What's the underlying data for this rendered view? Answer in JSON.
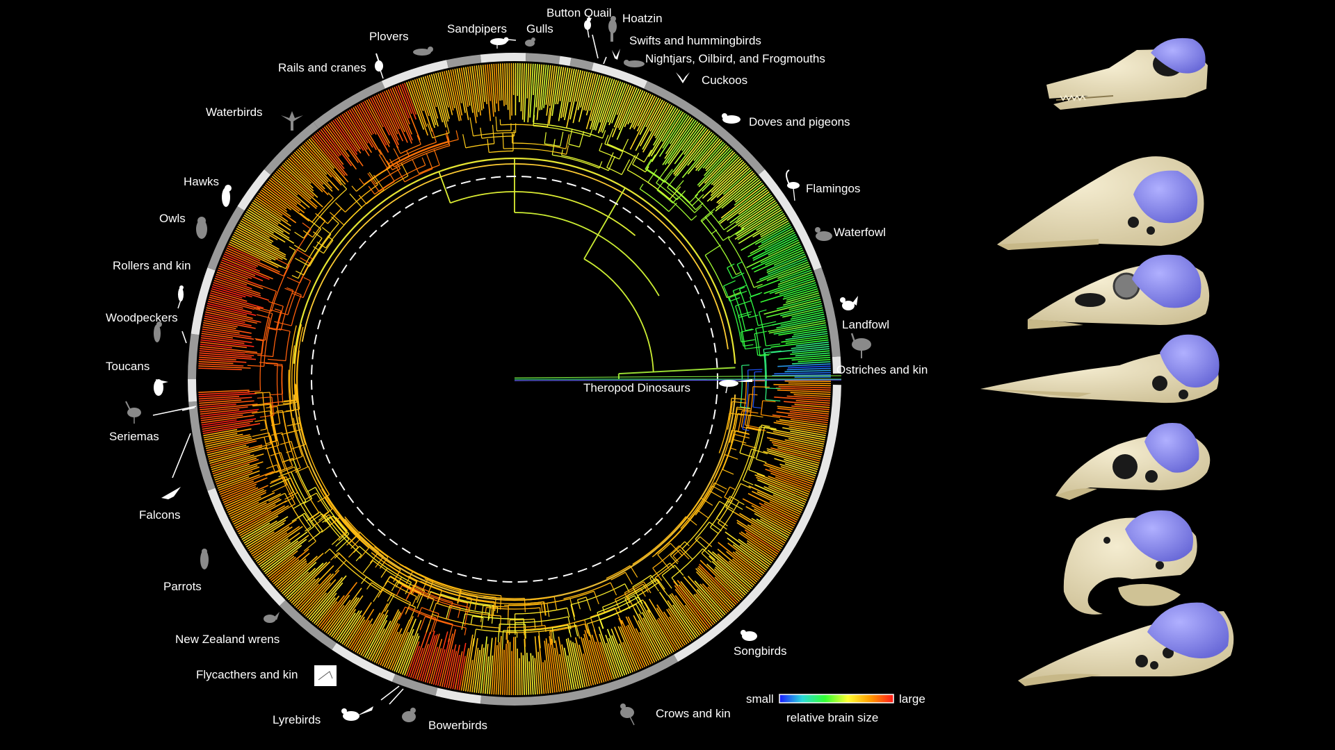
{
  "clades": [
    {
      "id": "button-quail",
      "label": "Button Quail",
      "icon": "button-quail-icon"
    },
    {
      "id": "hoatzin",
      "label": "Hoatzin",
      "icon": "hoatzin-icon"
    },
    {
      "id": "plovers",
      "label": "Plovers",
      "icon": "plover-icon"
    },
    {
      "id": "sandpipers",
      "label": "Sandpipers",
      "icon": "sandpiper-icon"
    },
    {
      "id": "gulls",
      "label": "Gulls",
      "icon": "gull-icon"
    },
    {
      "id": "swifts",
      "label": "Swifts and hummingbirds",
      "icon": "swift-icon"
    },
    {
      "id": "nightjars",
      "label": "Nightjars, Oilbird, and Frogmouths",
      "icon": "nightjar-icon"
    },
    {
      "id": "rails",
      "label": "Rails and cranes",
      "icon": "crane-icon"
    },
    {
      "id": "cuckoos",
      "label": "Cuckoos",
      "icon": "cuckoo-icon"
    },
    {
      "id": "waterbirds",
      "label": "Waterbirds",
      "icon": "cormorant-icon"
    },
    {
      "id": "doves",
      "label": "Doves and pigeons",
      "icon": "dove-icon"
    },
    {
      "id": "hawks",
      "label": "Hawks",
      "icon": "hawk-icon"
    },
    {
      "id": "flamingos",
      "label": "Flamingos",
      "icon": "flamingo-icon"
    },
    {
      "id": "owls",
      "label": "Owls",
      "icon": "owl-icon"
    },
    {
      "id": "waterfowl",
      "label": "Waterfowl",
      "icon": "duck-icon"
    },
    {
      "id": "rollers",
      "label": "Rollers and kin",
      "icon": "roller-icon"
    },
    {
      "id": "woodpeckers",
      "label": "Woodpeckers",
      "icon": "woodpecker-icon"
    },
    {
      "id": "landfowl",
      "label": "Landfowl",
      "icon": "rooster-icon"
    },
    {
      "id": "toucans",
      "label": "Toucans",
      "icon": "toucan-icon"
    },
    {
      "id": "ostriches",
      "label": "Ostriches and kin",
      "icon": "emu-icon"
    },
    {
      "id": "theropods",
      "label": "Theropod Dinosaurs",
      "icon": "theropod-icon"
    },
    {
      "id": "seriemas",
      "label": "Seriemas",
      "icon": "seriema-icon"
    },
    {
      "id": "falcons",
      "label": "Falcons",
      "icon": "falcon-icon"
    },
    {
      "id": "parrots",
      "label": "Parrots",
      "icon": "parrot-icon"
    },
    {
      "id": "nz-wrens",
      "label": "New Zealand wrens",
      "icon": "wren-icon"
    },
    {
      "id": "songbirds",
      "label": "Songbirds",
      "icon": "songbird-icon"
    },
    {
      "id": "flycatchers",
      "label": "Flycacthers and kin",
      "icon": "flycatcher-icon"
    },
    {
      "id": "lyrebirds",
      "label": "Lyrebirds",
      "icon": "lyrebird-icon"
    },
    {
      "id": "bowerbirds",
      "label": "Bowerbirds",
      "icon": "bowerbird-icon"
    },
    {
      "id": "crows",
      "label": "Crows and kin",
      "icon": "crow-icon"
    }
  ],
  "legend": {
    "small": "small",
    "large": "large",
    "caption": "relative brain size",
    "gradient": [
      "#1a1aff",
      "#2bd9d9",
      "#33ff33",
      "#ffff33",
      "#ff9900",
      "#ff1a1a"
    ]
  },
  "skulls": {
    "count": 7,
    "bone_color": "#e8dcb5",
    "brain_color": "#8080ee",
    "icons": [
      "theropod-skull-icon",
      "bird-skull-icon",
      "bird-skull-icon",
      "bird-skull-icon",
      "bird-skull-icon",
      "parrot-skull-icon",
      "crow-skull-icon"
    ]
  },
  "colors": {
    "background": "#000000",
    "ring": "#e0e0e0",
    "label": "#ffffff"
  }
}
